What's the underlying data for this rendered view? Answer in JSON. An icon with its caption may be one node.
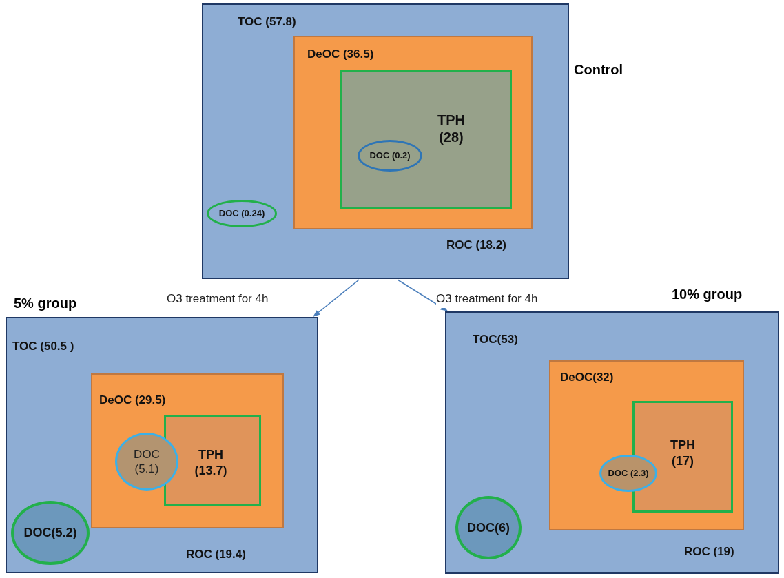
{
  "diagram": {
    "nodes": [
      {
        "text": [
          "TOC (57.8)",
          "ROC (18.2)"
        ],
        "beside": [
          "Control"
        ]
      },
      {
        "text": [
          "DeOC (36.5)"
        ],
        "in": 0
      },
      {
        "text": [
          "TPH (28)"
        ],
        "in": 1
      },
      {
        "text": [
          "DOC (0.2)"
        ],
        "in": 2
      },
      {
        "text": [
          "DOC (0.24)"
        ],
        "in": 0
      },
      {
        "text": [
          "TOC (50.5 )",
          "ROC (19.4)"
        ],
        "beside": [
          "5% group"
        ]
      },
      {
        "text": [
          "DeOC (29.5)"
        ],
        "in": 5
      },
      {
        "text": [
          "TPH (13.7)"
        ],
        "in": 6
      },
      {
        "text": [
          "DOC (5.1)"
        ],
        "in": 6
      },
      {
        "text": [
          "DOC(5.2)"
        ],
        "in": 5
      },
      {
        "text": [
          "TOC(53)",
          "ROC (19)"
        ],
        "beside": [
          "10% group"
        ]
      },
      {
        "text": [
          "DeOC(32)"
        ],
        "in": 10
      },
      {
        "text": [
          "TPH (17)"
        ],
        "in": 11
      },
      {
        "text": [
          "DOC (2.3)"
        ],
        "in": 11
      },
      {
        "text": [
          "DOC(6)"
        ],
        "in": 10
      }
    ],
    "edges": [
      {
        "from": 0,
        "to": 5,
        "arrow": "to",
        "label": "O3 treatment for 4h"
      },
      {
        "from": 0,
        "to": 10,
        "arrow": "to",
        "label": "O3 treatment for 4h"
      }
    ]
  }
}
